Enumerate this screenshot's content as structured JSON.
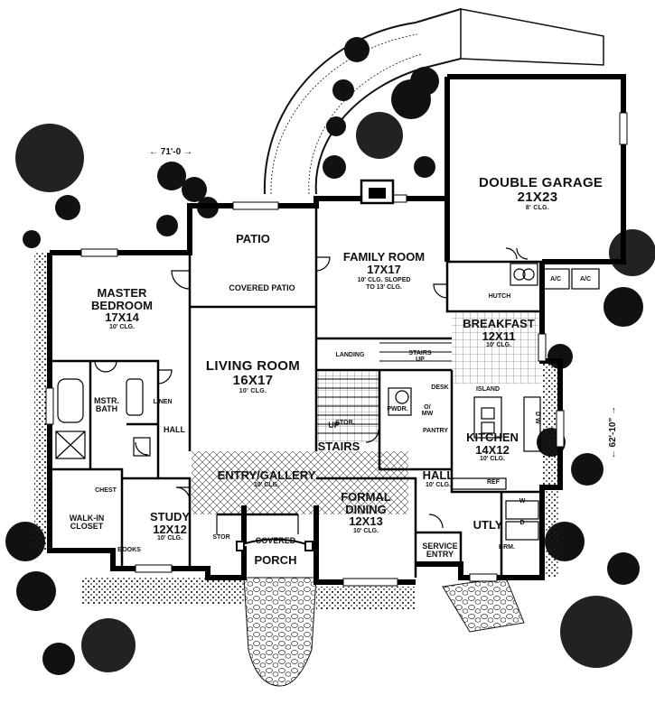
{
  "plan": {
    "dimensions": {
      "width": "71'-0",
      "depth": "62'-10\""
    },
    "rooms": {
      "double_garage": {
        "name": "DOUBLE GARAGE",
        "size": "21X23",
        "ceiling": "8' CLG."
      },
      "patio": {
        "name": "PATIO"
      },
      "covered_patio": {
        "name": "COVERED PATIO"
      },
      "family_room": {
        "name": "FAMILY ROOM",
        "size": "17X17",
        "ceiling": "10' CLG. SLOPED",
        "ceiling2": "TO 13' CLG."
      },
      "master_bedroom": {
        "name": "MASTER",
        "name2": "BEDROOM",
        "size": "17X14",
        "ceiling": "10' CLG."
      },
      "living_room": {
        "name": "LIVING ROOM",
        "size": "16X17",
        "ceiling": "10' CLG."
      },
      "breakfast": {
        "name": "BREAKFAST",
        "size": "12X11",
        "ceiling": "10' CLG."
      },
      "kitchen": {
        "name": "KITCHEN",
        "size": "14X12",
        "ceiling": "10' CLG."
      },
      "entry_gallery": {
        "name": "ENTRY/GALLERY",
        "ceiling": "10' CLG."
      },
      "study": {
        "name": "STUDY",
        "size": "12X12",
        "ceiling": "10' CLG."
      },
      "formal_dining": {
        "name": "FORMAL",
        "name2": "DINING",
        "size": "12X13",
        "ceiling": "10' CLG."
      },
      "hall_east": {
        "name": "HALL",
        "ceiling": "10' CLG."
      },
      "covered_porch": {
        "name": "COVERED",
        "name2": "PORCH"
      },
      "utility": {
        "name": "UTLY"
      },
      "service_entry": {
        "name": "SERVICE",
        "name2": "ENTRY"
      },
      "walk_in_closet": {
        "name": "WALK-IN",
        "name2": "CLOSET"
      },
      "master_bath": {
        "name": "MSTR.",
        "name2": "BATH"
      },
      "hall_west": {
        "name": "HALL"
      },
      "linen": {
        "name": "LINEN"
      },
      "landing": {
        "name": "LANDING"
      },
      "stairs": {
        "name": "STAIRS"
      },
      "stairs_up": {
        "name": "STAIRS",
        "name2": "UP"
      },
      "up": {
        "name": "UP"
      },
      "storage_stairs": {
        "name": "STOR."
      },
      "storage_study": {
        "name": "STOR"
      },
      "powder": {
        "name": "PWDR."
      }
    },
    "fixtures": {
      "hutch": "HUTCH",
      "ac1": "A/C",
      "ac2": "A/C",
      "desk": "DESK",
      "island": "ISLAND",
      "o_mw": "O/",
      "o_mw2": "MW",
      "pantry": "PANTRY",
      "ref": "REF",
      "dw": "D W",
      "washer": "W",
      "dryer": "D",
      "broom": "BRM.",
      "chest": "CHEST",
      "books": "BOOKS"
    }
  }
}
